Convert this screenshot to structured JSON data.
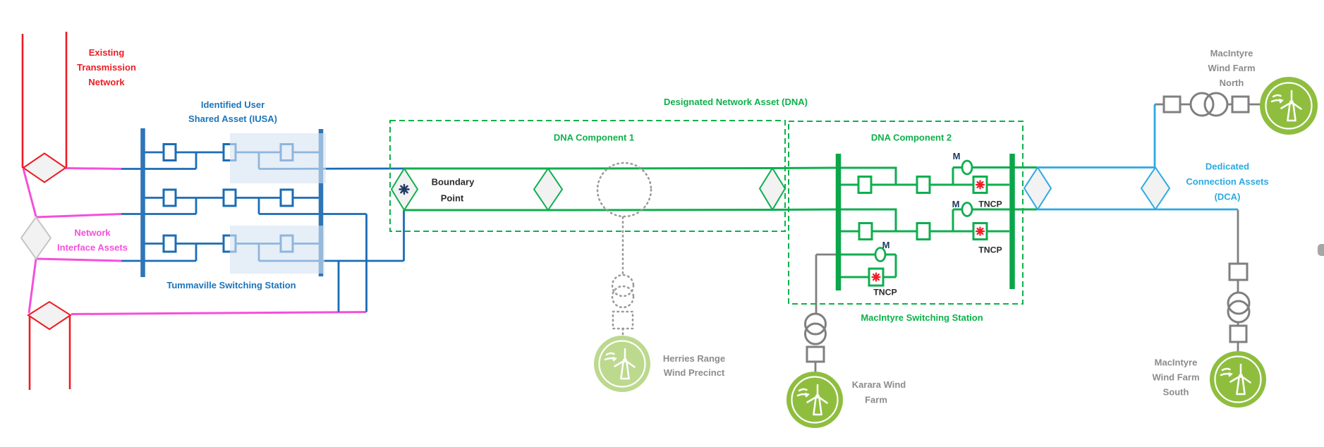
{
  "labels": {
    "existing_network": [
      "Existing",
      "Transmission",
      "Network"
    ],
    "network_interface": [
      "Network",
      "Interface Assets"
    ],
    "iusa": [
      "Identified User",
      "Shared Asset (IUSA)"
    ],
    "tummaville_station": "Tummaville Switching Station",
    "boundary_point": [
      "Boundary",
      "Point"
    ],
    "dna": "Designated Network Asset (DNA)",
    "dna_component_1": "DNA Component 1",
    "dna_component_2": "DNA Component 2",
    "macintyre_station": "MacIntyre Switching Station",
    "meter": "M",
    "tncp": "TNCP",
    "dca": [
      "Dedicated",
      "Connection Assets",
      "(DCA)"
    ],
    "herries_range": [
      "Herries Range",
      "Wind Precinct"
    ],
    "karara": [
      "Karara Wind",
      "Farm"
    ],
    "macintyre_north": [
      "MacIntyre",
      "Wind Farm",
      "North"
    ],
    "macintyre_south": [
      "MacIntyre",
      "Wind Farm",
      "South"
    ]
  },
  "palette": {
    "existing_network_red": "#EC1C24",
    "interface_pink": "#F54FDB",
    "iusa_blue": "#1B6CB5",
    "iusa_bus_blue": "#2E75B6",
    "iusa_highlight": "#D6E4F3",
    "dna_green": "#0DB14B",
    "dca_cyan": "#2BAAE2",
    "equipment_gray": "#7F7F7F",
    "label_gray": "#8C8C8C",
    "meter_navy": "#1F3864",
    "tncp_asterisk_red": "#F01E28",
    "wind_farm_green": "#8FBE3F",
    "wind_farm_faded_green": "#BCD98E",
    "diamond_fill": "#F2F2F2"
  }
}
